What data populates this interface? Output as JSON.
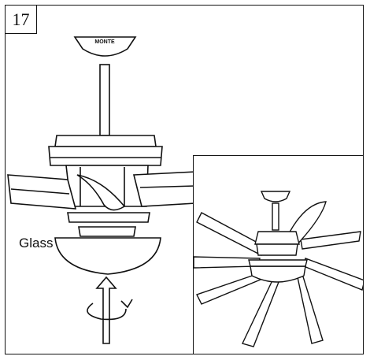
{
  "step": {
    "number": "17"
  },
  "labels": {
    "glass": "Glass"
  },
  "brand": {
    "canopy_text": "MONTE"
  },
  "icons": {
    "install": "up-arrow-rotate-icon"
  },
  "colors": {
    "line": "#111111",
    "background": "#ffffff"
  }
}
